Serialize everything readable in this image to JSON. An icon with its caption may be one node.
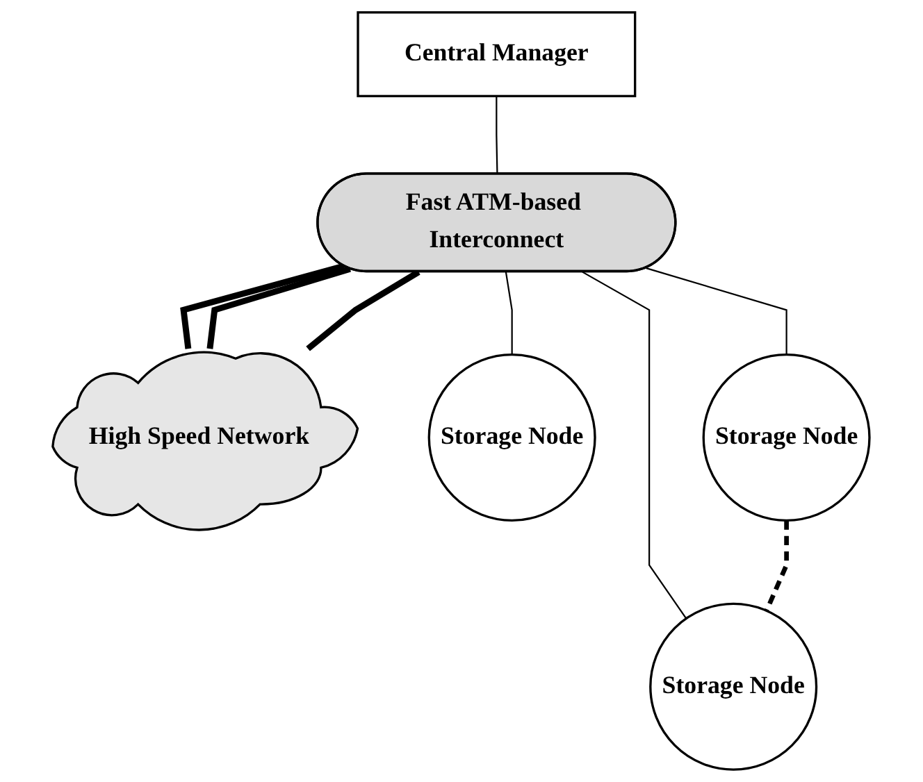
{
  "diagram": {
    "nodes": [
      {
        "text": [
          "Central Manager"
        ]
      },
      {
        "text": [
          "Fast ATM-based Interconnect"
        ]
      },
      {
        "text": [
          "High Speed Network"
        ]
      },
      {
        "text": [
          "Storage Node"
        ]
      },
      {
        "text": [
          "Storage Node"
        ]
      },
      {
        "text": [
          "Storage Node"
        ]
      }
    ],
    "edges": [
      {
        "from": 0,
        "to": 1,
        "arrow": "none"
      },
      {
        "from": 1,
        "to": 2,
        "arrow": "none",
        "style": "thick"
      },
      {
        "from": 1,
        "to": 2,
        "arrow": "none",
        "style": "thick"
      },
      {
        "from": 1,
        "to": 2,
        "arrow": "none",
        "style": "thick"
      },
      {
        "from": 1,
        "to": 3,
        "arrow": "none"
      },
      {
        "from": 1,
        "to": 4,
        "arrow": "none"
      },
      {
        "from": 1,
        "to": 5,
        "arrow": "none"
      },
      {
        "from": 4,
        "to": 5,
        "arrow": "none",
        "style": "dashed"
      }
    ]
  }
}
